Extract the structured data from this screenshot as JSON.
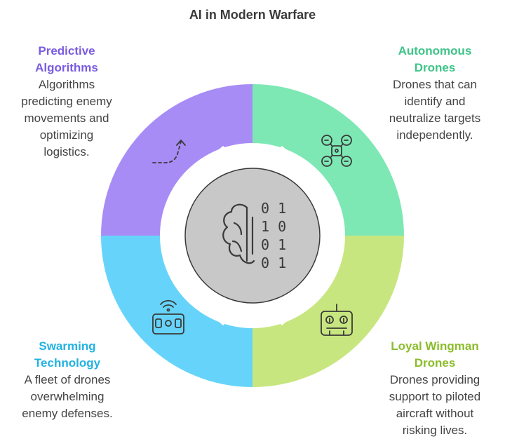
{
  "title": "AI in Modern Warfare",
  "sections": [
    {
      "heading_lines": [
        "Predictive",
        "Algorithms"
      ],
      "description_lines": [
        "Algorithms",
        "predicting enemy",
        "movements and",
        "optimizing",
        "logistics."
      ],
      "color": "#a88cf5",
      "label_color": "#7a5ce0",
      "icon": "growth-arrow-icon"
    },
    {
      "heading_lines": [
        "Autonomous",
        "Drones"
      ],
      "description_lines": [
        "Drones that can",
        "identify and",
        "neutralize targets",
        "independently."
      ],
      "color": "#7de8b4",
      "label_color": "#3fc488",
      "icon": "quadcopter-drone-icon"
    },
    {
      "heading_lines": [
        "Loyal Wingman",
        "Drones"
      ],
      "description_lines": [
        "Drones providing",
        "support to piloted",
        "aircraft without",
        "risking lives."
      ],
      "color": "#c8e67f",
      "label_color": "#8cbc2c",
      "icon": "remote-controller-icon"
    },
    {
      "heading_lines": [
        "Swarming",
        "Technology"
      ],
      "description_lines": [
        "A fleet of drones",
        "overwhelming",
        "enemy defenses."
      ],
      "color": "#66d4fa",
      "label_color": "#22b2e2",
      "icon": "wireless-controller-icon"
    }
  ],
  "center": {
    "icon": "ai-brain-binary-icon",
    "binary_rows": [
      "0 1",
      "1 0",
      "0 1",
      "0 1"
    ],
    "color": "#c8c8c8"
  }
}
